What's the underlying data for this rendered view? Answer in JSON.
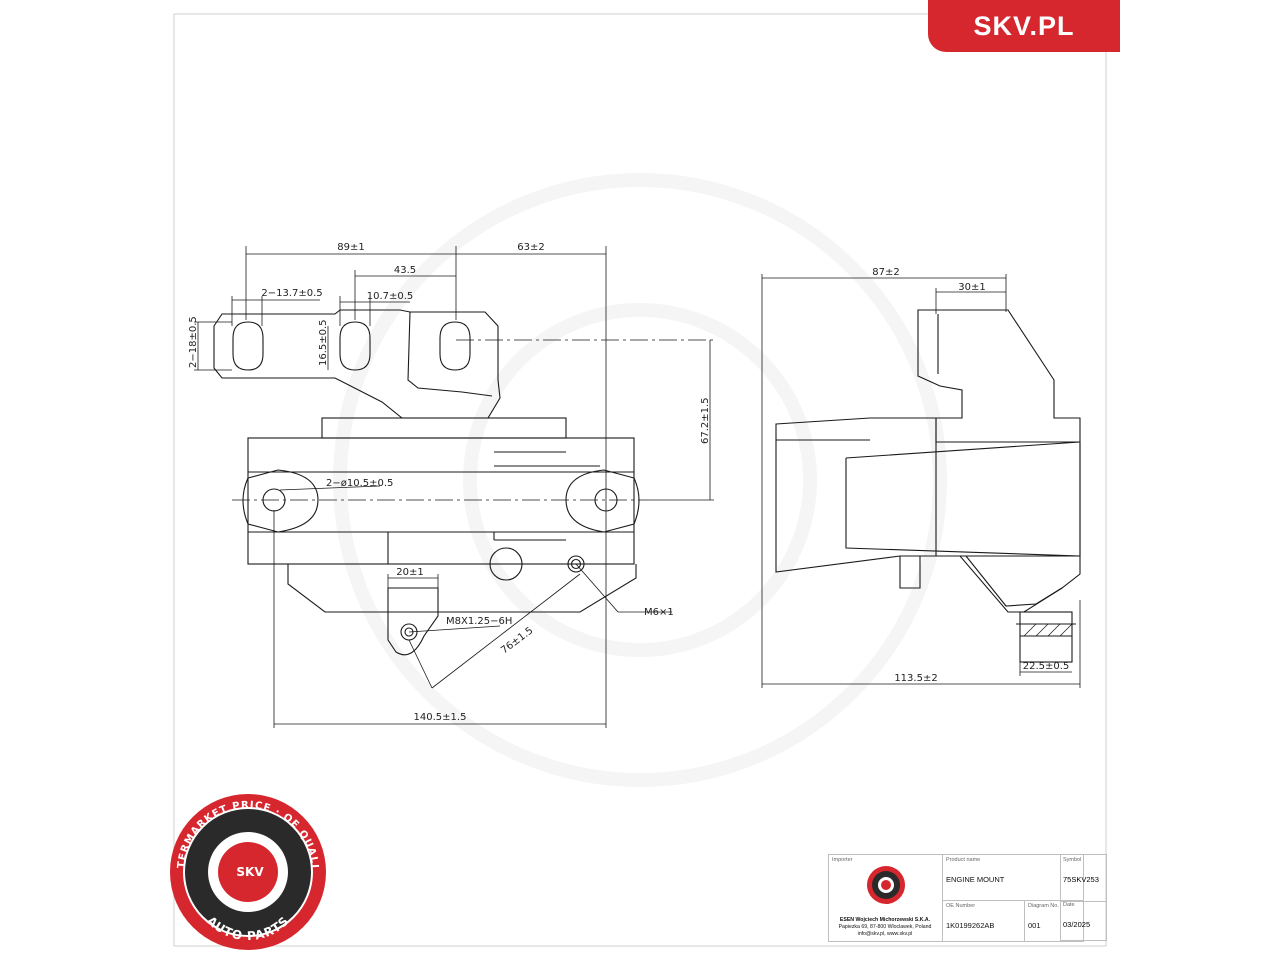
{
  "brand": {
    "logo_text": "SKV.PL",
    "color": "#d6272f"
  },
  "badge": {
    "ring_top_text": "AFTERMARKET PRICE · OE QUALITY",
    "ring_bottom_text": "AUTO PARTS",
    "center_text": "SKV",
    "color": "#d6272f"
  },
  "dimensions": {
    "d89": "89±1",
    "d63": "63±2",
    "d43_5": "43.5",
    "d13_7": "2−13.7±0.5",
    "d10_7": "10.7±0.5",
    "d18": "2−18±0.5",
    "d16_5": "16.5±0.5",
    "d67_2": "67.2±1.5",
    "d10_5": "2−ø10.5±0.5",
    "d20": "20±1",
    "m8": "M8X1.25−6H",
    "m6": "M6×1",
    "d76": "76±1.5",
    "d140_5": "140.5±1.5",
    "d87": "87±2",
    "d30": "30±1",
    "d113_5": "113.5±2",
    "d22_5": "22.5±0.5"
  },
  "title_block": {
    "importer_label": "Importer",
    "importer_lines": [
      "ESEN Wojciech Michorzewski S.K.A.",
      "Papiezka 69, 87-800 Wloclawek, Poland",
      "info@skv.pl, www.skv.pl"
    ],
    "product_name_label": "Product name",
    "product_name": "ENGINE MOUNT",
    "symbol_label": "Symbol",
    "symbol": "75SKV253",
    "oe_number_label": "OE Number",
    "oe_number": "1K0199262AB",
    "diagram_no_label": "Diagram No.",
    "diagram_no": "001",
    "date_label": "Date",
    "date": "03/2025"
  }
}
